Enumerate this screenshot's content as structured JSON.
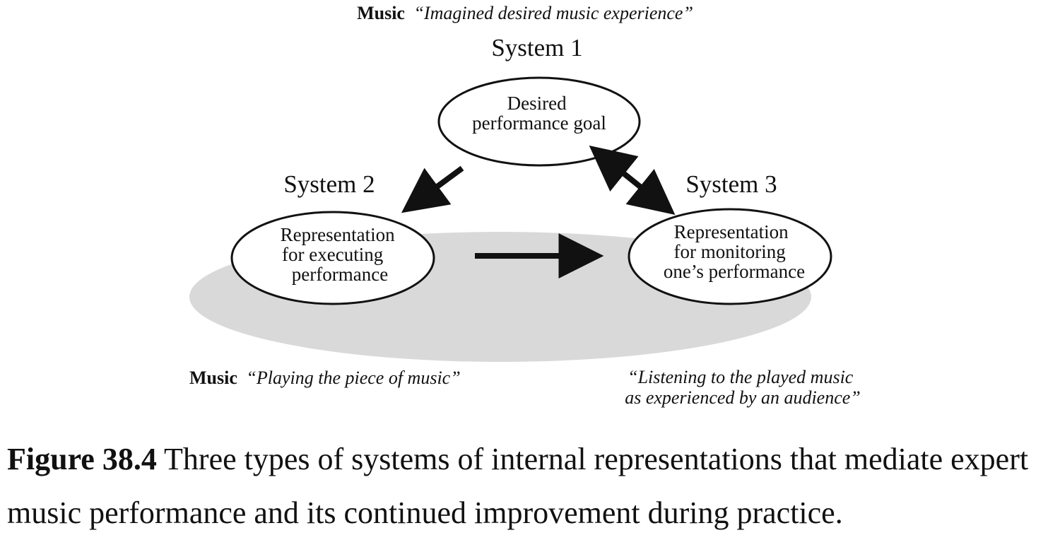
{
  "diagram": {
    "top_label": {
      "prefix": "Music",
      "quote": "“Imagined desired music experience”"
    },
    "systems": [
      {
        "title": "System 1",
        "lines": [
          "Desired",
          "performance goal"
        ]
      },
      {
        "title": "System 2",
        "lines": [
          "Representation",
          "for executing",
          "performance"
        ]
      },
      {
        "title": "System 3",
        "lines": [
          "Representation",
          "for monitoring",
          "one’s performance"
        ]
      }
    ],
    "bottom_left_label": {
      "prefix": "Music",
      "quote": "“Playing the piece of music”"
    },
    "bottom_right_label": {
      "lines": [
        "“Listening to the played music",
        "as experienced by an audience”"
      ]
    },
    "colors": {
      "ink": "#111111",
      "shadow_ellipse": "#d9d9d9"
    }
  },
  "caption": {
    "label": "Figure 38.4",
    "text": " Three types of systems of internal representations that mediate expert music performance and its continued improvement during practice."
  }
}
